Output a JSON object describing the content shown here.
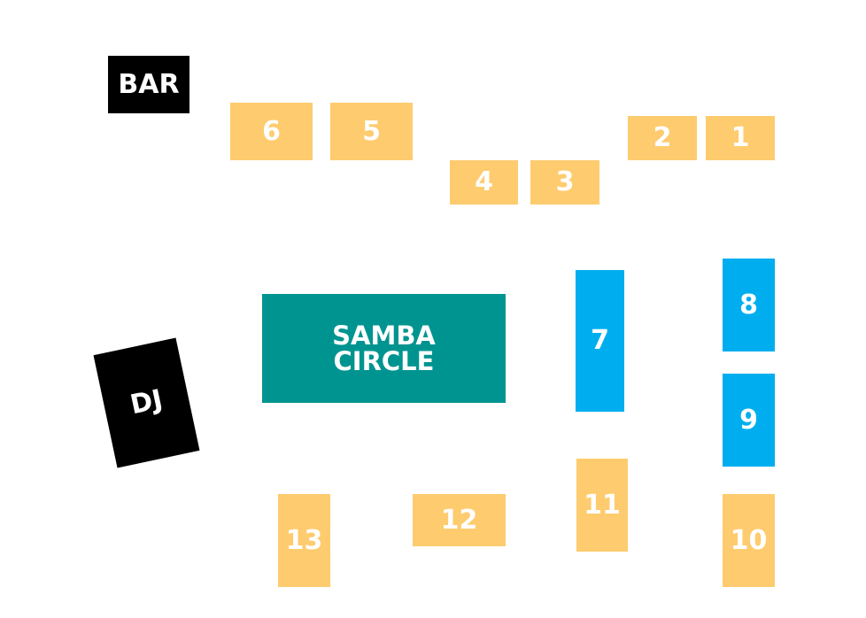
{
  "colors": {
    "table": "#fecb6e",
    "vip_table": "#00aeef",
    "fixture": "#000000",
    "dance_area": "#009490"
  },
  "bar": "BAR",
  "dj": "DJ",
  "samba_circle": [
    "SAMBA",
    "CIRCLE"
  ],
  "tables": [
    "1",
    "2",
    "3",
    "4",
    "5",
    "6",
    "7",
    "8",
    "9",
    "10",
    "11",
    "12",
    "13"
  ]
}
